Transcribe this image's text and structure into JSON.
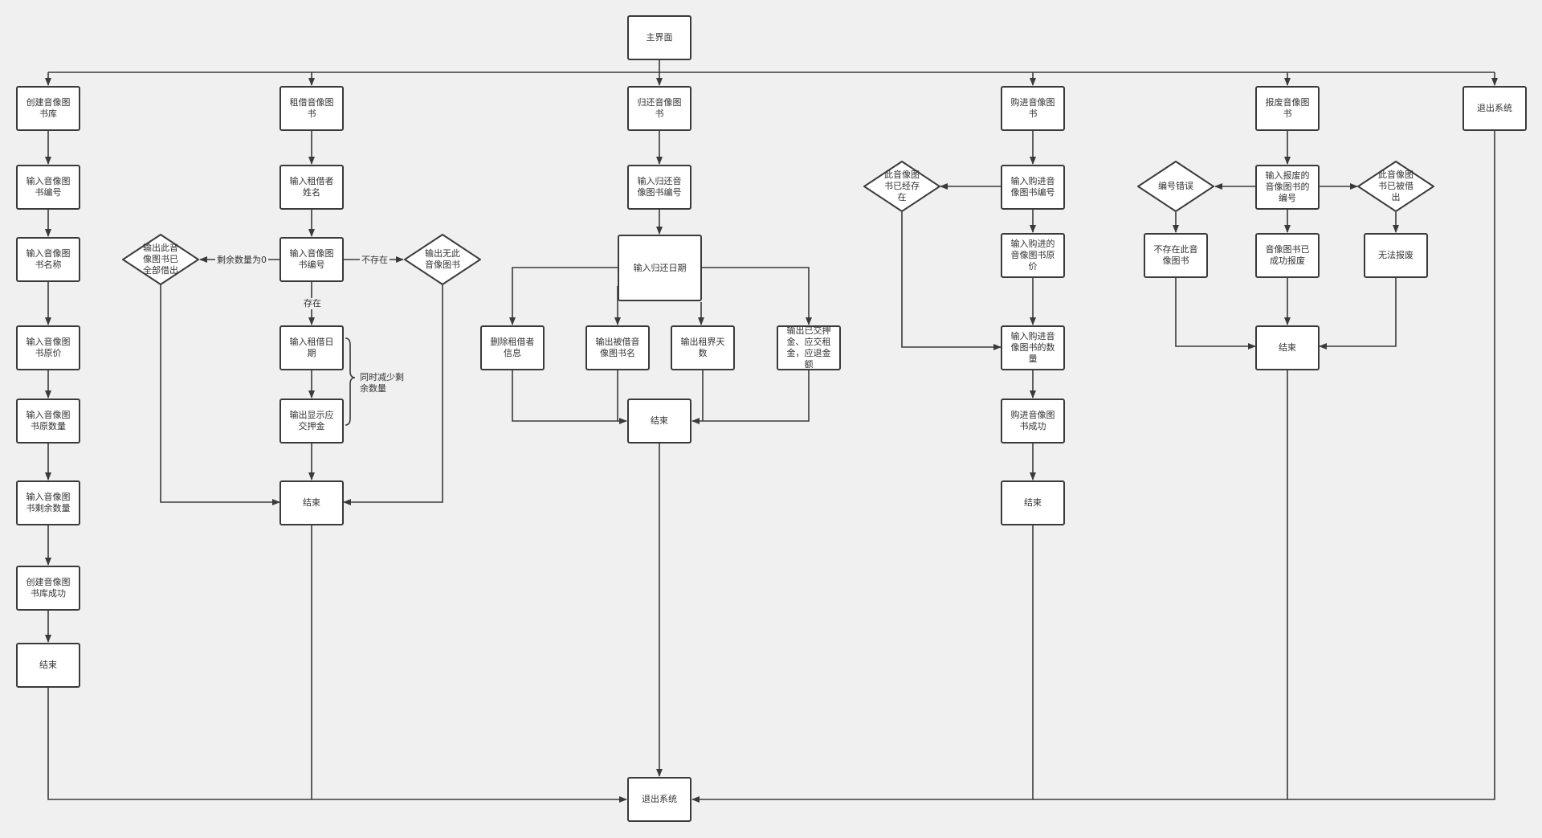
{
  "nodes": {
    "main": "主界面",
    "create": "创建音像图书库",
    "rent": "租借音像图书",
    "return": "归还音像图书",
    "buy": "购进音像图书",
    "scrap": "报废音像图书",
    "exit_top": "退出系统",
    "c1": "输入音像图书编号",
    "c2": "输入音像图书名称",
    "c3": "输入音像图书原价",
    "c4": "输入音像图书原数量",
    "c5": "输入音像图书剩余数量",
    "c6": "创建音像图书库成功",
    "c_end": "结束",
    "r1": "输入租借者姓名",
    "r2": "输入音像图书编号",
    "r_all": "输出此音像图书已全部借出",
    "r_none": "输出无此音像图书",
    "r3": "输入租借日期",
    "r4": "输出显示应交押金",
    "r_end": "结束",
    "t1": "输入归还音像图书编号",
    "t2": "输入归还日期",
    "t3": "删除租借者信息",
    "t4": "输出被借音像图书名",
    "t5": "输出租界天数",
    "t6": "输出已交押金、应交租金，应退金额",
    "t_end": "结束",
    "b1": "输入购进音像图书编号",
    "b_exist": "此音像图书已经存在",
    "b2": "输入购进的音像图书原价",
    "b3": "输入购进音像图书的数量",
    "b4": "购进音像图书成功",
    "b_end": "结束",
    "s1": "输入报废的音像图书的编号",
    "s_err": "编号错误",
    "s_lent": "此音像图书已被借出",
    "s2": "不存在此音像图书",
    "s3": "音像图书已成功报废",
    "s4": "无法报废",
    "s_end": "结束",
    "exit_bottom": "退出系统"
  },
  "edge_labels": {
    "zero": "剩余数量为0",
    "notexist": "不存在",
    "exist": "存在",
    "brace_note": "同时减少剩余数量"
  },
  "colors": {
    "background": "#f0f0f0",
    "node_fill": "#ffffff",
    "stroke": "#3a3a3a"
  }
}
